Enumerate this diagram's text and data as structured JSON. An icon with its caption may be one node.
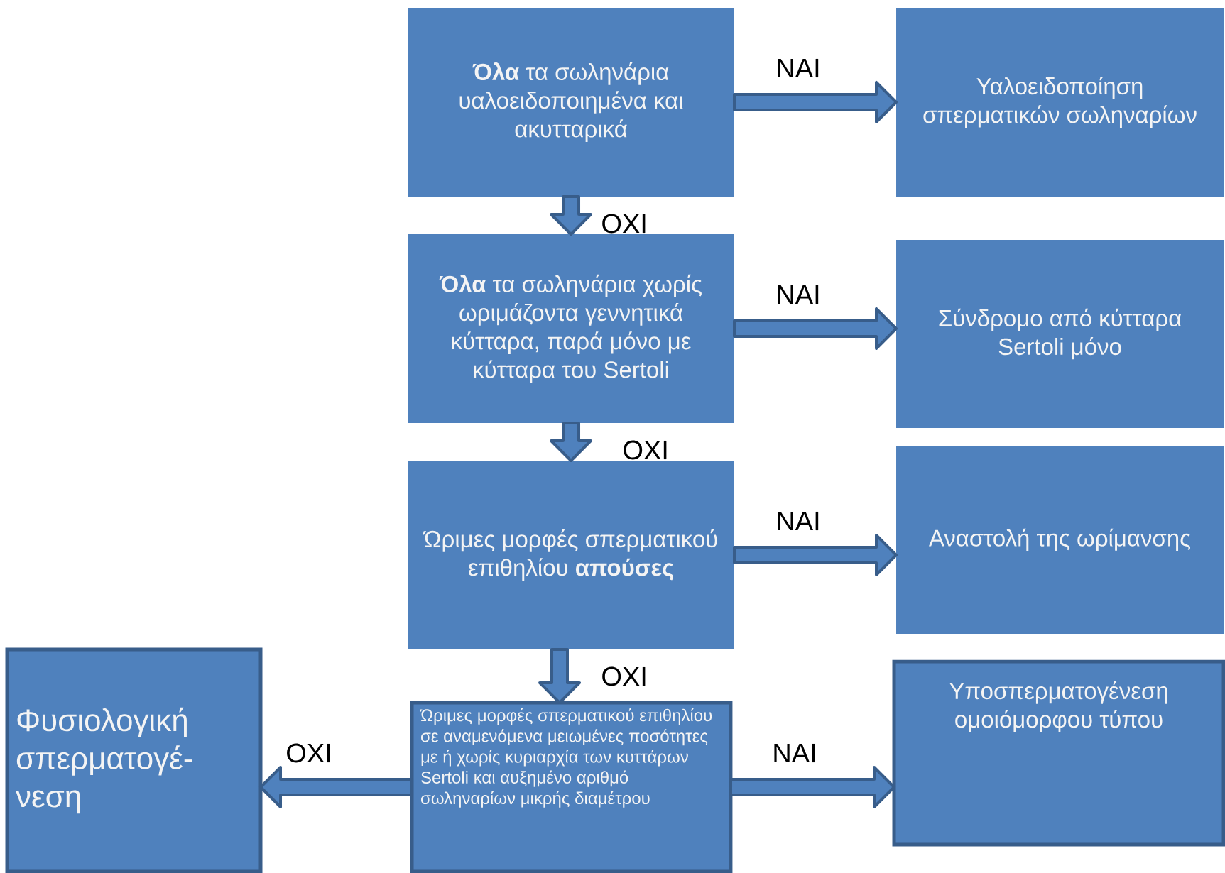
{
  "diagram": {
    "nodes": [
      {
        "text": [
          "**Όλα** τα σωληνάρια υαλοειδοποιημένα και ακυτταρικά"
        ]
      },
      {
        "text": [
          "Υαλοειδοποίηση σπερματικών σωληναρίων"
        ]
      },
      {
        "text": [
          "**Όλα** τα σωληνάρια χωρίς ωριμάζοντα γεννητικά κύτταρα, παρά μόνο με κύτταρα του Sertoli"
        ]
      },
      {
        "text": [
          "Σύνδρομο από κύτταρα Sertoli μόνο"
        ]
      },
      {
        "text": [
          "Ώριμες μορφές σπερματικού επιθηλίου **απούσες**"
        ]
      },
      {
        "text": [
          "Αναστολή της ωρίμανσης"
        ]
      },
      {
        "text": [
          "Φυσιολογική σπερματογέ-νεση"
        ]
      },
      {
        "text": [
          "Ώριμες μορφές σπερματικού επιθηλίου σε αναμενόμενα μειωμένες ποσότητες με ή χωρίς κυριαρχία των κυττάρων Sertoli και αυξημένο αριθμό σωληναρίων μικρής διαμέτρου"
        ]
      },
      {
        "text": [
          "Υποσπερματογένεση ομοιόμορφου τύπου"
        ]
      }
    ],
    "edges": [
      {
        "from": 0,
        "to": 1,
        "arrow": "to",
        "label": "ΝΑΙ"
      },
      {
        "from": 0,
        "to": 2,
        "arrow": "to",
        "label": "ΟΧΙ"
      },
      {
        "from": 2,
        "to": 3,
        "arrow": "to",
        "label": "ΝΑΙ"
      },
      {
        "from": 2,
        "to": 4,
        "arrow": "to",
        "label": "ΟΧΙ"
      },
      {
        "from": 4,
        "to": 5,
        "arrow": "to",
        "label": "ΝΑΙ"
      },
      {
        "from": 4,
        "to": 7,
        "arrow": "to",
        "label": "ΟΧΙ"
      },
      {
        "from": 7,
        "to": 6,
        "arrow": "to",
        "label": "ΟΧΙ"
      },
      {
        "from": 7,
        "to": 8,
        "arrow": "to",
        "label": "ΝΑΙ"
      }
    ]
  }
}
